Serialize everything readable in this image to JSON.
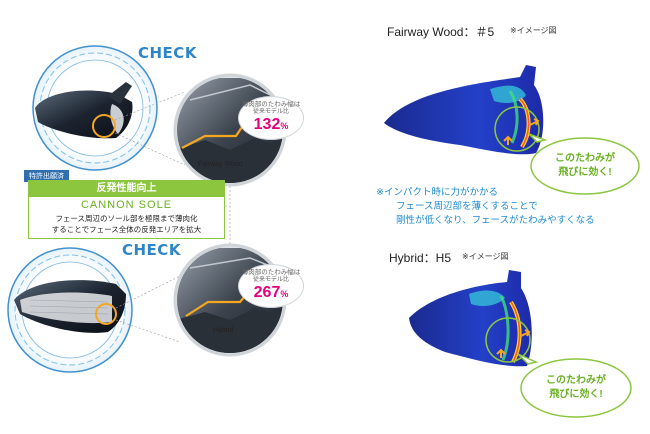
{
  "left": {
    "check_top": "CHECK",
    "check_bottom": "CHECK",
    "patent_badge": "特許出願済",
    "feature_title": "反発性能向上",
    "feature_name": "CANNON SOLE",
    "feature_desc_1": "フェース周辺のソール部を極限まで薄肉化",
    "feature_desc_2": "することでフェース全体の反発エリアを拡大",
    "zoom_fw_label": "Fairway Wood",
    "zoom_hy_label": "Hybrid",
    "tag_line_1": "薄肉部のたわみ幅は",
    "tag_line_2": "従来モデル比",
    "fw_pct": "132",
    "hy_pct": "267",
    "pct_unit": "%"
  },
  "right": {
    "fw_title": "Fairway Wood：＃5",
    "fw_note": "※イメージ図",
    "hy_title": "Hybrid：H5",
    "hy_note": "※イメージ図",
    "impact_1": "※インパクト時に力がかかる",
    "impact_2": "フェース周辺部を薄くすることで",
    "impact_3": "剛性が低くなり、フェースがたわみやすくなる",
    "bubble_1": "このたわみが",
    "bubble_2": "飛びに効く!"
  },
  "colors": {
    "accent_blue": "#2e86c8",
    "green": "#8cc63f",
    "magenta": "#e4007f",
    "fea_blue": "#1f2fb8"
  }
}
